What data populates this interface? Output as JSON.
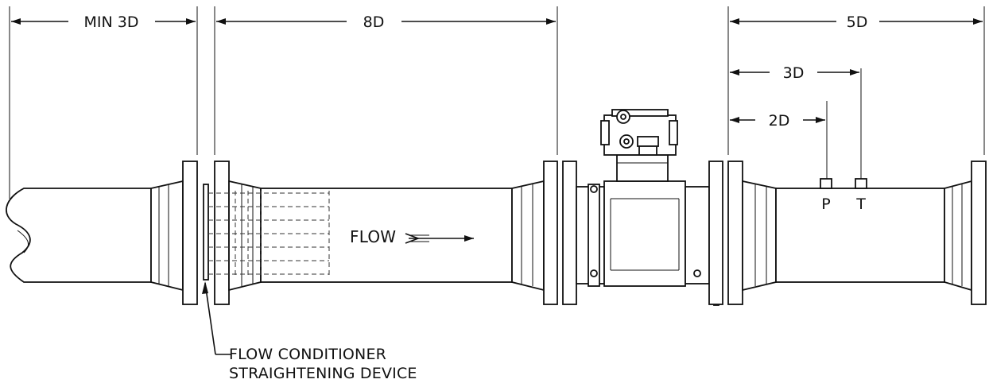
{
  "dimensions": {
    "min_3d": "MIN 3D",
    "d8": "8D",
    "d5": "5D",
    "d3": "3D",
    "d2": "2D"
  },
  "labels": {
    "flow": "FLOW",
    "conditioner_line1": "FLOW CONDITIONER",
    "conditioner_line2": "STRAIGHTENING DEVICE",
    "pressure_tap": "P",
    "temperature_tap": "T"
  },
  "colors": {
    "line": "#111111",
    "background": "#ffffff"
  }
}
